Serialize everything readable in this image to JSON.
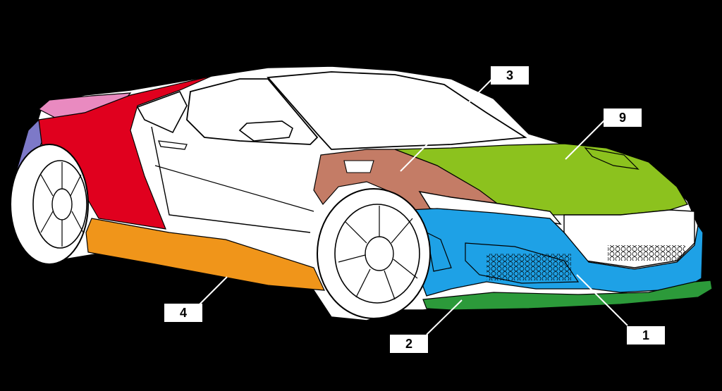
{
  "background": "#000000",
  "parts": [
    {
      "id": "front-bumper",
      "number": "1",
      "color": "#1ea1e6"
    },
    {
      "id": "front-lip",
      "number": "2",
      "color": "#2c9a3a"
    },
    {
      "id": "fender",
      "number": "3",
      "color": "#c47c66"
    },
    {
      "id": "side-skirt",
      "number": "4",
      "color": "#f0951a"
    },
    {
      "id": "hood",
      "number": "9",
      "color": "#8cc21e"
    },
    {
      "id": "rear-quarter",
      "number": "",
      "color": "#e0001e"
    },
    {
      "id": "rear-spoiler",
      "number": "",
      "color": "#e98ac0"
    },
    {
      "id": "rear-bumper-side",
      "number": "",
      "color": "#7d79c8"
    }
  ],
  "labels": {
    "one": "1",
    "two": "2",
    "three": "3",
    "four": "4",
    "nine": "9"
  }
}
